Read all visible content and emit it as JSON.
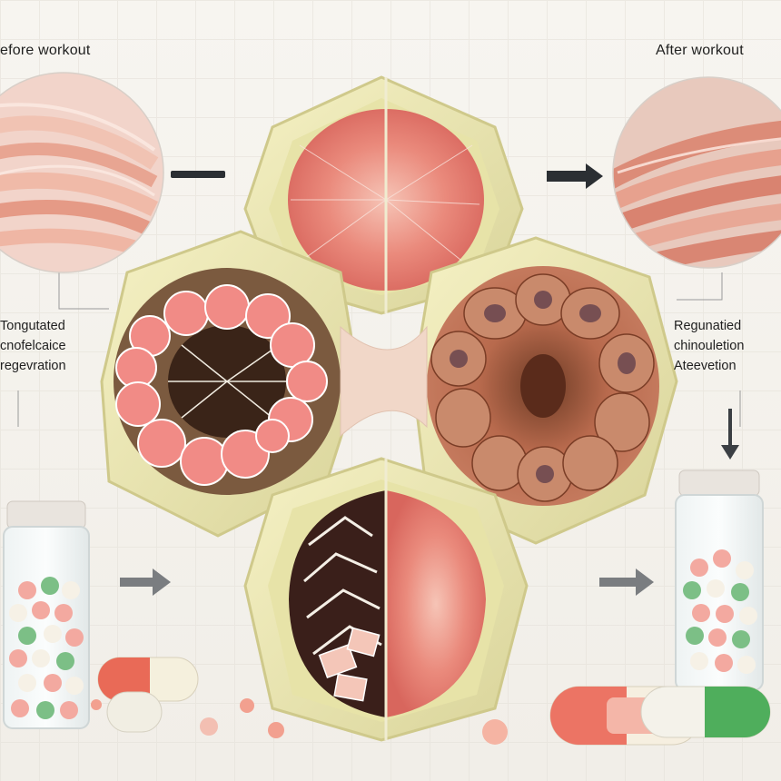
{
  "before_title": "efore workout",
  "after_title": "After workout",
  "left_lines": [
    "Tongutated",
    "cnofelcaice",
    "regevration"
  ],
  "right_lines": [
    "Regunatied",
    "chinouletion",
    "Ateevetion"
  ]
}
